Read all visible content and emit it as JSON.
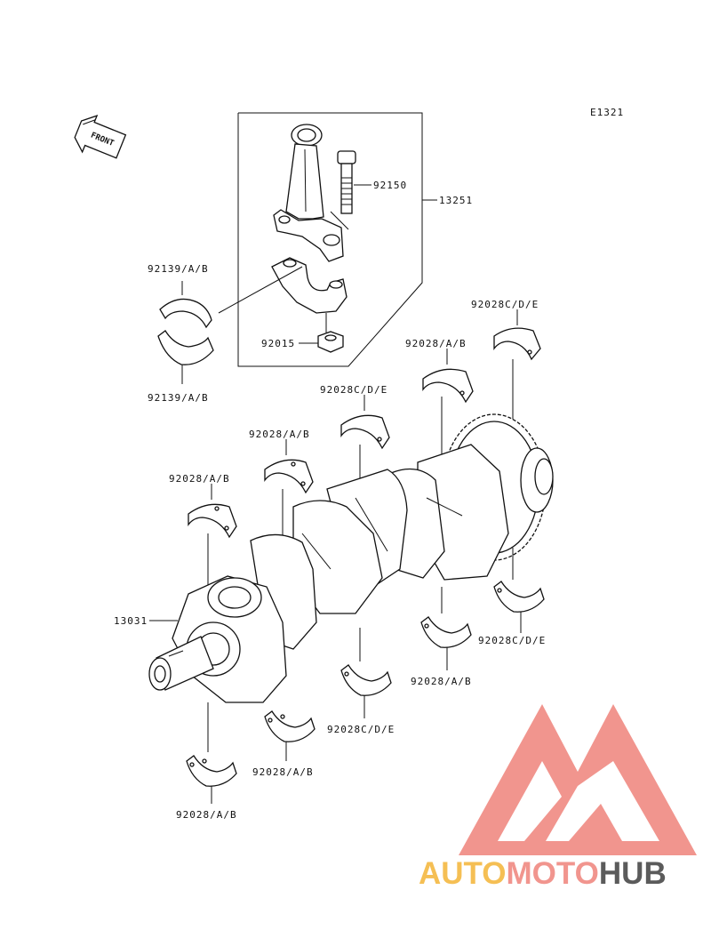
{
  "figure_code": "E1321",
  "front_arrow_label": "FRONT",
  "labels": {
    "conrod_bolt": "92150",
    "conrod_assy": "13251",
    "conrod_bearing_top": "92139/A/B",
    "conrod_bearing_bottom": "92139/A/B",
    "conrod_nut": "92015",
    "main_bearing_top_right": "92028C/D/E",
    "main_bearing_upper_2": "92028/A/B",
    "main_bearing_upper_3": "92028C/D/E",
    "main_bearing_upper_4": "92028/A/B",
    "main_bearing_upper_5": "92028/A/B",
    "crankshaft": "13031",
    "main_bearing_lower_right": "92028C/D/E",
    "main_bearing_lower_2": "92028/A/B",
    "main_bearing_lower_3": "92028C/D/E",
    "main_bearing_lower_4": "92028/A/B",
    "main_bearing_lower_5": "92028/A/B"
  },
  "watermark": {
    "part1": "AUTO",
    "part2": "MOTO",
    "part3": "HUB",
    "color_orange": "#F5B942",
    "color_red": "#F08A82",
    "color_gray": "#4A4A4A"
  }
}
